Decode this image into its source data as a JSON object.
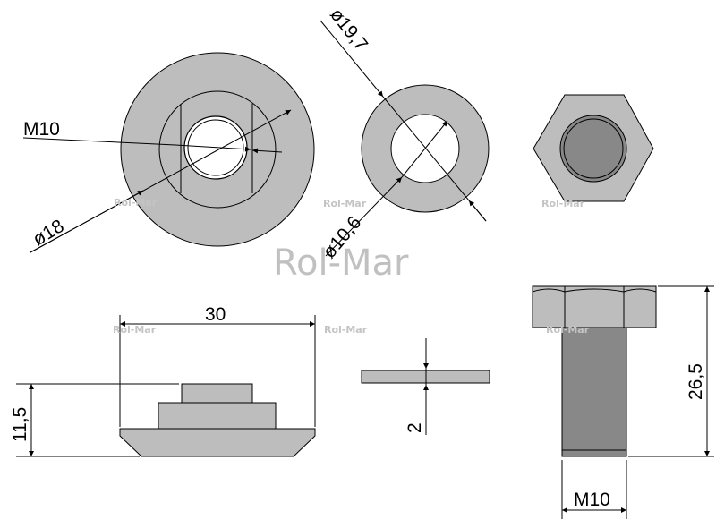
{
  "dimensions": {
    "m10_top": "M10",
    "d18": "ø18",
    "d19_7": "ø19,7",
    "d10_6": "ø10,6",
    "len30": "30",
    "h11_5": "11,5",
    "thk2": "2",
    "h26_5": "26,5",
    "m10_bottom": "M10"
  },
  "watermark": {
    "small": "Rol-Mar",
    "large": "Rol-Mar"
  },
  "colors": {
    "part_fill": "#bdbdbd",
    "bolt_shank": "#888888",
    "watermark": "#c0c0c0"
  }
}
